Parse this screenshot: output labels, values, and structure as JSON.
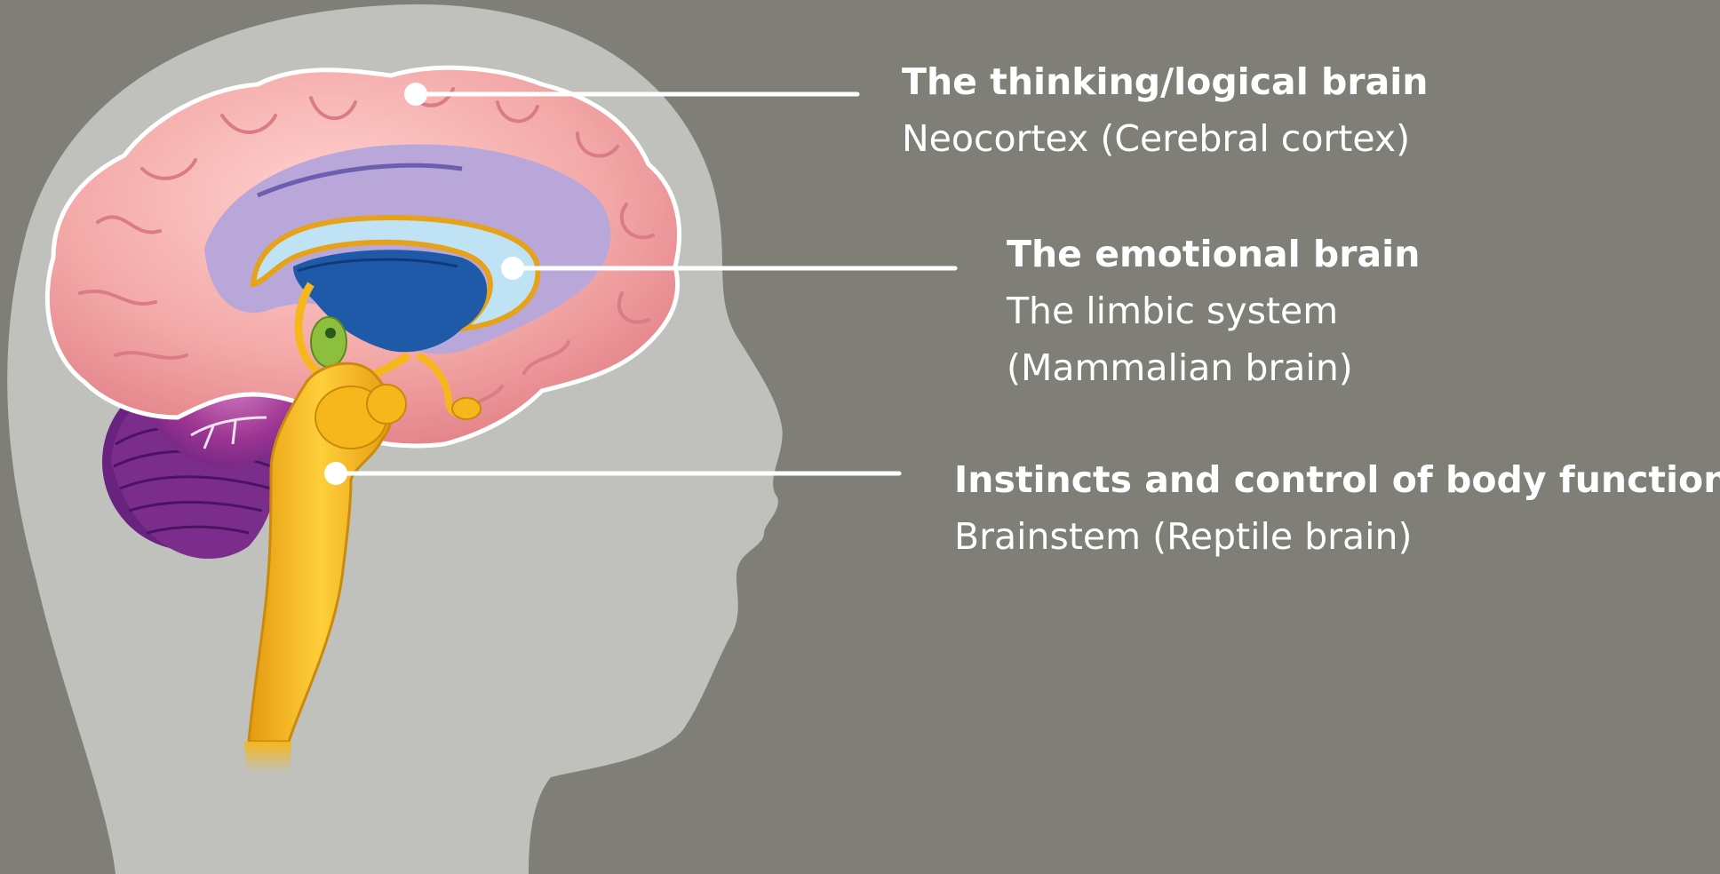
{
  "labels": [
    {
      "id": "neocortex",
      "title": "The thinking/logical brain",
      "lines": [
        "Neocortex (Cerebral cortex)"
      ]
    },
    {
      "id": "limbic",
      "title": "The emotional brain",
      "lines": [
        "The limbic system",
        "(Mammalian brain)"
      ]
    },
    {
      "id": "brainstem",
      "title": "Instincts and control of body functions",
      "lines": [
        "Brainstem (Reptile brain)"
      ]
    }
  ],
  "colors": {
    "background": "#7f7f78",
    "head": "#c0c1bc",
    "cortex": "#f3a9a8",
    "limbic_purple": "#b9a7d9",
    "ventricle_blue": "#1f5aa8",
    "brainstem_yellow": "#f5b71c",
    "cerebellum_purple": "#8a2f86",
    "leader_line": "#ffffff"
  }
}
